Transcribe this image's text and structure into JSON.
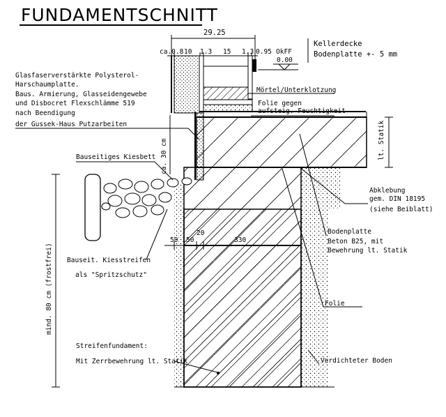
{
  "title": "FUNDAMENTSCHNITT",
  "dimensions": {
    "total_width": "29.25",
    "segments": [
      "ca.0.8",
      "10",
      "1.3",
      "15",
      "1.3",
      "0.95"
    ],
    "height_30": "ca. 30 cm",
    "bottom_segments": [
      "50",
      "50",
      "20",
      "330"
    ],
    "frost_depth": "mind. 80 cm (frostfrei)",
    "static_label": "lt. Statik"
  },
  "level_mark": {
    "label": "OkFF",
    "value": "0.00"
  },
  "annotations": {
    "kellerdecke": [
      "Kellerdecke",
      "Bodenplatte +- 5 mm"
    ],
    "insulation": [
      "Glasfaserverstärkte Polysterol-",
      "Harschaumplatte.",
      "Baus.  Armierung, Glasseidengewebe",
      "und Disbocret Flexschlämme 519",
      "nach Beendigung",
      "der Gussek-Haus Putzarbeiten"
    ],
    "moertel": "Mörtel/Unterklotzung",
    "folie_gegen": [
      "Folie gegen",
      "aufsteig. Feuchtigkeit"
    ],
    "kiesbett": "Bauseitiges Kiesbett",
    "abklebung": [
      "Abklebung",
      "gem. DIN 18195",
      "(siehe Beiblatt)"
    ],
    "bodenplatte": [
      "Bodenplatte",
      "Beton B25, mit",
      "Bewehrung lt. Statik"
    ],
    "kiesstreifen": [
      "Bauseit. Kiesstreifen",
      "als \"Spritzschutz\""
    ],
    "folie": "Folie",
    "streifenfundament": [
      "Streifenfundament:",
      "Mit Zerrbewehrung lt. Statik"
    ],
    "verdichteter_boden": "Verdichteter Boden"
  }
}
